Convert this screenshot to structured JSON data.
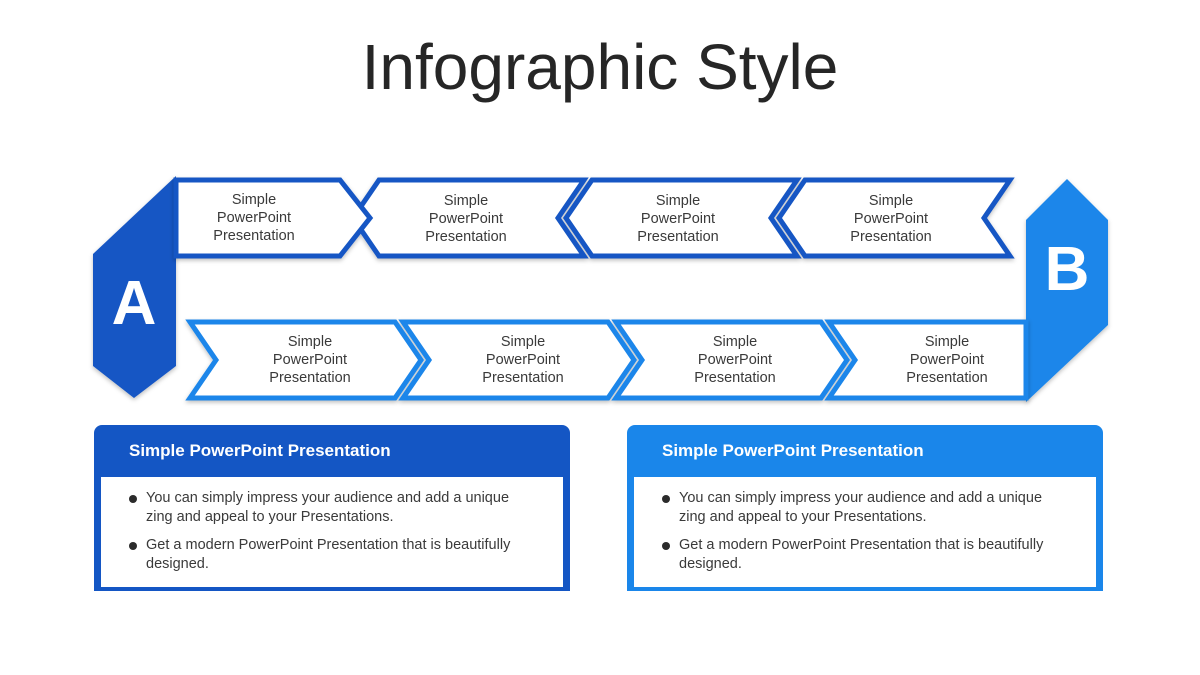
{
  "title": "Infographic Style",
  "colors": {
    "dark_blue": "#1456c4",
    "light_blue": "#1a86ea",
    "text": "#3a3a3a",
    "title": "#262626"
  },
  "badges": {
    "a": "A",
    "b": "B"
  },
  "top_row": [
    {
      "line1": "Simple",
      "line2": "PowerPoint",
      "line3": "Presentation"
    },
    {
      "line1": "Simple",
      "line2": "PowerPoint",
      "line3": "Presentation"
    },
    {
      "line1": "Simple",
      "line2": "PowerPoint",
      "line3": "Presentation"
    },
    {
      "line1": "Simple",
      "line2": "PowerPoint",
      "line3": "Presentation"
    }
  ],
  "bottom_row": [
    {
      "line1": "Simple",
      "line2": "PowerPoint",
      "line3": "Presentation"
    },
    {
      "line1": "Simple",
      "line2": "PowerPoint",
      "line3": "Presentation"
    },
    {
      "line1": "Simple",
      "line2": "PowerPoint",
      "line3": "Presentation"
    },
    {
      "line1": "Simple",
      "line2": "PowerPoint",
      "line3": "Presentation"
    }
  ],
  "panels": [
    {
      "heading": "Simple PowerPoint Presentation",
      "bullets": [
        "You can simply impress your audience and add a unique zing and appeal to your Presentations.",
        "Get a modern PowerPoint  Presentation that is beautifully designed."
      ]
    },
    {
      "heading": "Simple PowerPoint Presentation",
      "bullets": [
        "You can simply impress your audience and add a unique zing and appeal to your Presentations.",
        "Get a modern PowerPoint  Presentation that is beautifully designed."
      ]
    }
  ]
}
